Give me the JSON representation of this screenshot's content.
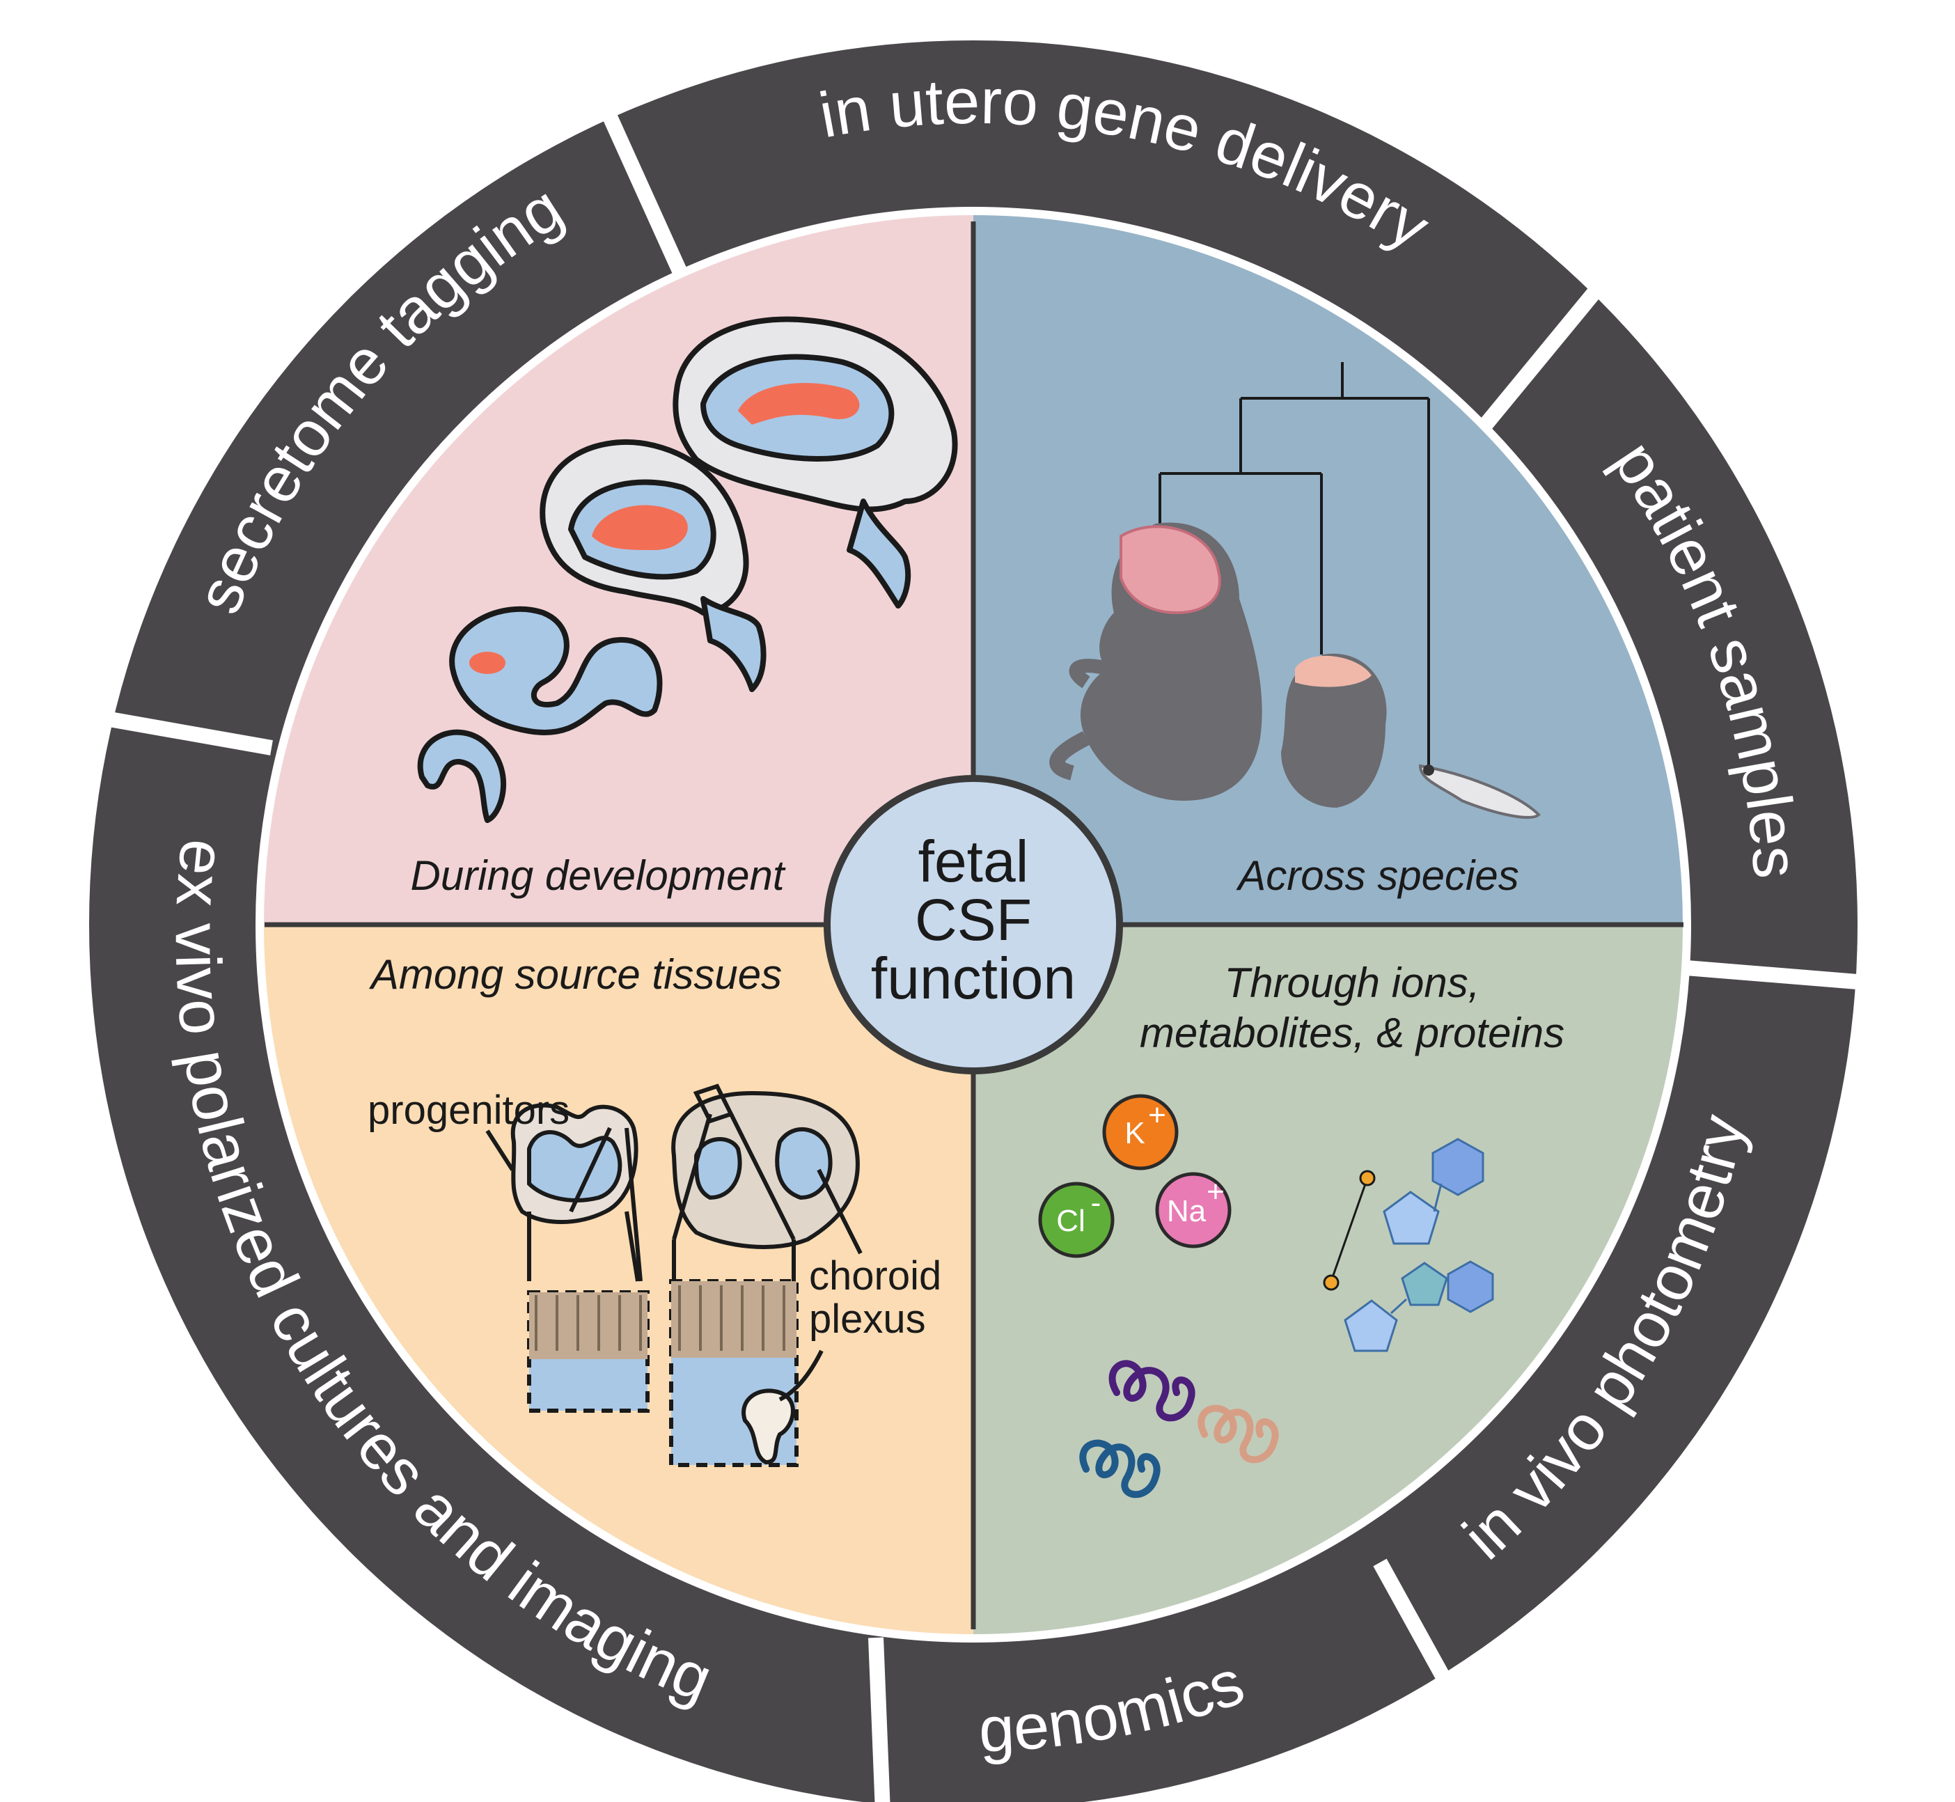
{
  "center": {
    "line1": "fetal",
    "line2": "CSF",
    "line3": "function"
  },
  "ring_segments": [
    {
      "label": "in utero gene delivery"
    },
    {
      "label": "patient samples"
    },
    {
      "label": "in vivo photometry"
    },
    {
      "label": "genomics"
    },
    {
      "label": "ex vivo polarized cultures and imaging"
    },
    {
      "label": "secretome tagging"
    }
  ],
  "quadrants": {
    "top_left": {
      "label": "During development",
      "color": "#f1d3d6"
    },
    "top_right": {
      "label": "Across species",
      "color": "#97b3c8"
    },
    "bottom_left": {
      "label": "Among source tissues",
      "color": "#fbdcb4",
      "annotations": {
        "progenitors": "progenitors",
        "choroid": "choroid",
        "plexus": "plexus"
      }
    },
    "bottom_right": {
      "label_line1": "Through ions,",
      "label_line2": "metabolites, & proteins",
      "color": "#c0ccba",
      "ions": [
        {
          "symbol": "K",
          "charge": "+",
          "color": "#f07c1c"
        },
        {
          "symbol": "Cl",
          "charge": "-",
          "color": "#5fae3a"
        },
        {
          "symbol": "Na",
          "charge": "+",
          "color": "#e87bb4"
        }
      ]
    }
  },
  "colors": {
    "ring": "#4a474a",
    "center_fill": "#c8d9ec",
    "outline": "#3a3a3a",
    "highlight": "#f26f56",
    "ventricle": "#a9c8e6"
  }
}
